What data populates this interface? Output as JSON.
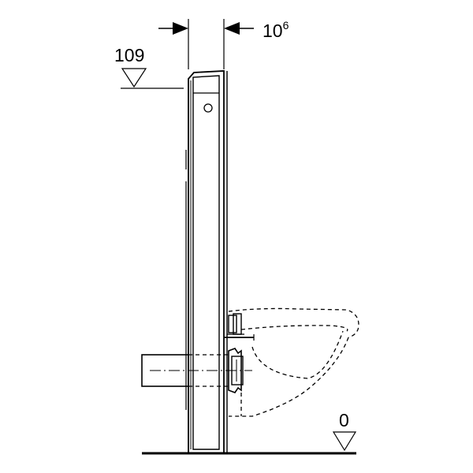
{
  "dimensions": {
    "width_label": "10",
    "width_superscript": "6",
    "top_level": "109",
    "floor_level": "0"
  }
}
